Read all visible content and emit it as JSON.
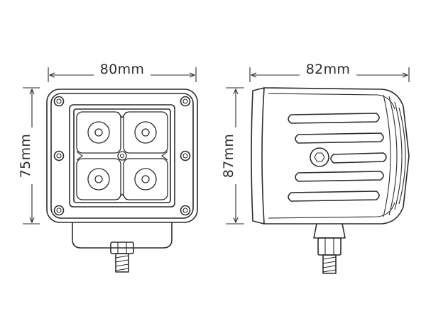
{
  "dimensions": {
    "front_width": "80mm",
    "front_height": "75mm",
    "side_width": "82mm",
    "side_height": "87mm"
  },
  "colors": {
    "line": "#2b2b2b",
    "background": "#ffffff"
  }
}
